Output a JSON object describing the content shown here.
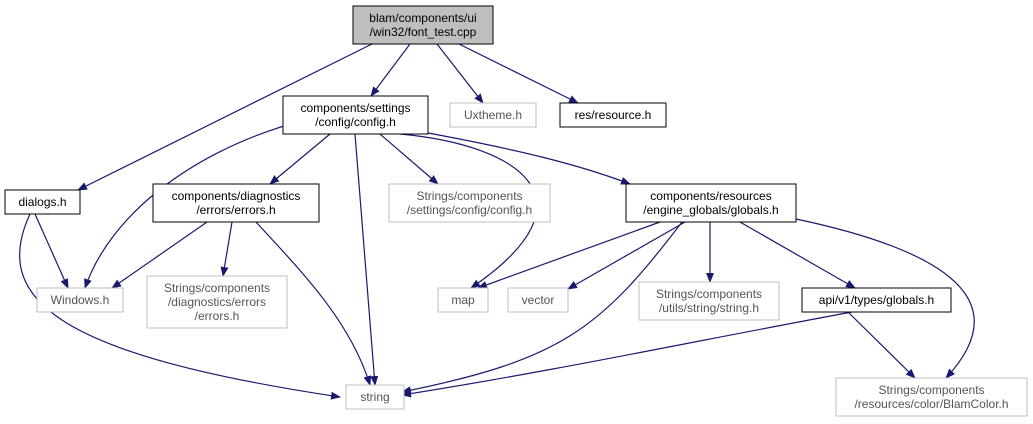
{
  "colors": {
    "edge": "#191970",
    "node_border": "#000000",
    "node_border_muted": "#bfbfbf",
    "node_text": "#000000",
    "node_text_muted": "#555555",
    "root_fill": "#bfbfbf",
    "node_fill": "#ffffff"
  },
  "nodes": [
    {
      "id": "font_test",
      "lines": [
        "blam/components/ui",
        "/win32/font_test.cpp"
      ],
      "style": "root"
    },
    {
      "id": "config_h",
      "lines": [
        "components/settings",
        "/config/config.h"
      ],
      "style": "normal"
    },
    {
      "id": "uxtheme",
      "lines": [
        "Uxtheme.h"
      ],
      "style": "muted"
    },
    {
      "id": "resource_h",
      "lines": [
        "res/resource.h"
      ],
      "style": "normal"
    },
    {
      "id": "dialogs_h",
      "lines": [
        "dialogs.h"
      ],
      "style": "normal"
    },
    {
      "id": "errors_h",
      "lines": [
        "components/diagnostics",
        "/errors/errors.h"
      ],
      "style": "normal"
    },
    {
      "id": "str_config",
      "lines": [
        "Strings/components",
        "/settings/config/config.h"
      ],
      "style": "muted"
    },
    {
      "id": "engine_globals",
      "lines": [
        "components/resources",
        "/engine_globals/globals.h"
      ],
      "style": "normal"
    },
    {
      "id": "windows_h",
      "lines": [
        "Windows.h"
      ],
      "style": "muted"
    },
    {
      "id": "str_errors",
      "lines": [
        "Strings/components",
        "/diagnostics/errors",
        "/errors.h"
      ],
      "style": "muted"
    },
    {
      "id": "map",
      "lines": [
        "map"
      ],
      "style": "muted"
    },
    {
      "id": "vector",
      "lines": [
        "vector"
      ],
      "style": "muted"
    },
    {
      "id": "str_string",
      "lines": [
        "Strings/components",
        "/utils/string/string.h"
      ],
      "style": "muted"
    },
    {
      "id": "api_globals",
      "lines": [
        "api/v1/types/globals.h"
      ],
      "style": "normal"
    },
    {
      "id": "string",
      "lines": [
        "string"
      ],
      "style": "muted"
    },
    {
      "id": "blamcolor",
      "lines": [
        "Strings/components",
        "/resources/color/BlamColor.h"
      ],
      "style": "muted"
    }
  ]
}
